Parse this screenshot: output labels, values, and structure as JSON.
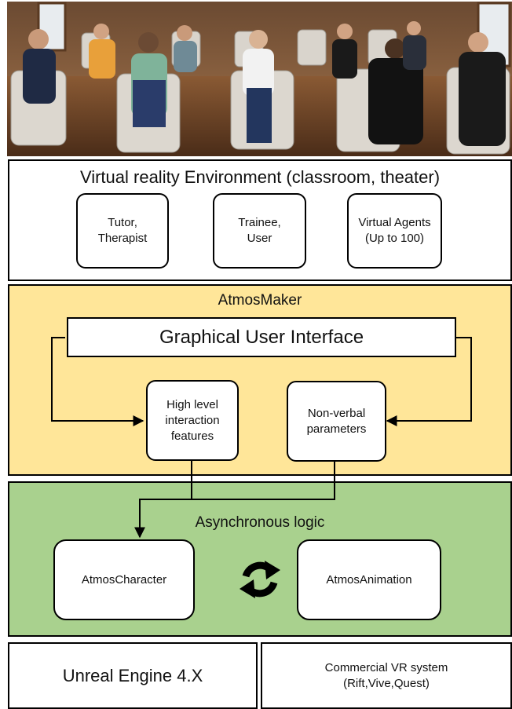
{
  "photo": {
    "scene": "virtual-classroom-audience",
    "colors": {
      "floor": "#7a4a2a",
      "wall": "#b88a5e",
      "chair": "#d9d4cc",
      "window": "#e8ecef"
    }
  },
  "environment": {
    "title": "Virtual reality Environment (classroom, theater)",
    "boxes": [
      {
        "lines": [
          "Tutor,",
          "Therapist"
        ]
      },
      {
        "lines": [
          "Trainee,",
          "User"
        ]
      },
      {
        "lines": [
          "Virtual Agents",
          "(Up to 100)"
        ]
      }
    ]
  },
  "maker": {
    "title": "AtmosMaker",
    "gui_label": "Graphical User Interface",
    "features": {
      "lines": [
        "High level",
        "interaction",
        "features"
      ]
    },
    "nonverbal": {
      "lines": [
        "Non-verbal",
        "parameters"
      ]
    },
    "color": "#ffe699"
  },
  "async": {
    "title": "Asynchronous logic",
    "character": "AtmosCharacter",
    "animation": "AtmosAnimation",
    "cycle_icon": "sync-cycle-icon",
    "color": "#a9d18e"
  },
  "bottom": {
    "engine": "Unreal Engine 4.X",
    "vr_lines": [
      "Commercial VR system",
      "(Rift,Vive,Quest)"
    ]
  }
}
